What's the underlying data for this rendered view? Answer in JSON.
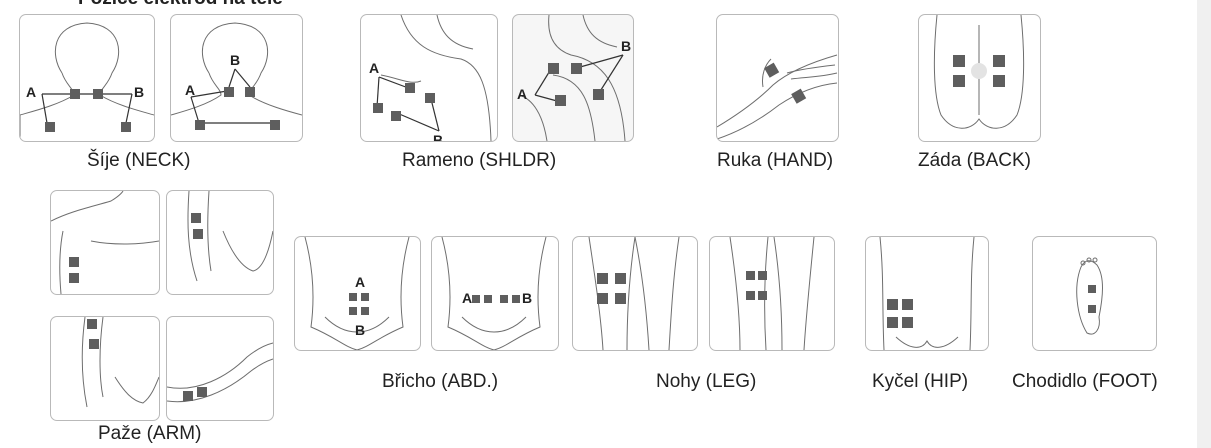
{
  "heading": "Pozice elektrod na těle",
  "labels": {
    "a": "A",
    "b": "B"
  },
  "captions": {
    "neck": "Šíje (NECK)",
    "shoulder": "Rameno (SHLDR)",
    "hand": "Ruka (HAND)",
    "back": "Záda (BACK)",
    "arm": "Paže (ARM)",
    "abdomen": "Břicho (ABD.)",
    "leg": "Nohy (LEG)",
    "hip": "Kyčel (HIP)",
    "foot": "Chodidlo (FOOT)"
  }
}
